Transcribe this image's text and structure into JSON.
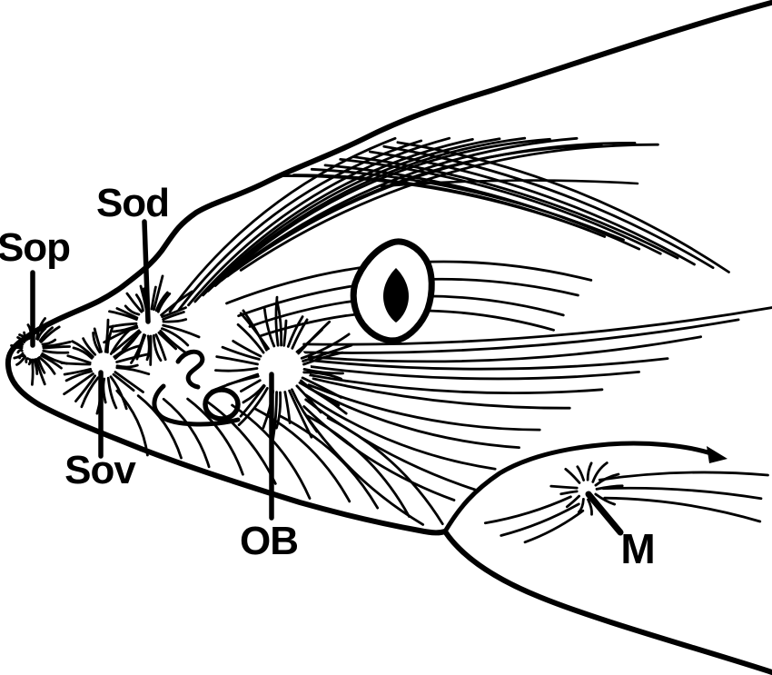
{
  "figure": {
    "background_color": "#ffffff",
    "ink_color": "#000000",
    "labels": {
      "sop": "Sop",
      "sod": "Sod",
      "sov": "Sov",
      "ob": "OB",
      "m": "M"
    }
  }
}
